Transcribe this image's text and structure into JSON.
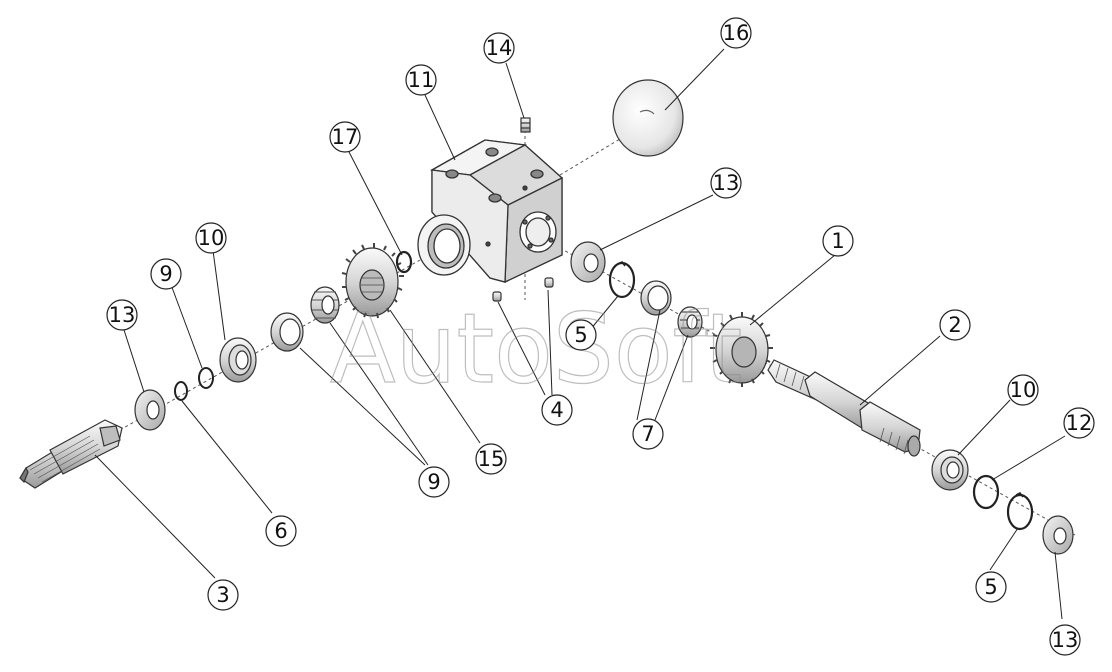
{
  "watermark": "AutoSoft",
  "callouts": [
    {
      "id": "c1",
      "label": "1"
    },
    {
      "id": "c2",
      "label": "2"
    },
    {
      "id": "c3",
      "label": "3"
    },
    {
      "id": "c4",
      "label": "4"
    },
    {
      "id": "c5a",
      "label": "5"
    },
    {
      "id": "c5b",
      "label": "5"
    },
    {
      "id": "c6",
      "label": "6"
    },
    {
      "id": "c7",
      "label": "7"
    },
    {
      "id": "c9a",
      "label": "9"
    },
    {
      "id": "c9b",
      "label": "9"
    },
    {
      "id": "c10a",
      "label": "10"
    },
    {
      "id": "c10b",
      "label": "10"
    },
    {
      "id": "c11",
      "label": "11"
    },
    {
      "id": "c12",
      "label": "12"
    },
    {
      "id": "c13a",
      "label": "13"
    },
    {
      "id": "c13b",
      "label": "13"
    },
    {
      "id": "c13c",
      "label": "13"
    },
    {
      "id": "c14",
      "label": "14"
    },
    {
      "id": "c15",
      "label": "15"
    },
    {
      "id": "c16",
      "label": "16"
    },
    {
      "id": "c17",
      "label": "17"
    }
  ]
}
